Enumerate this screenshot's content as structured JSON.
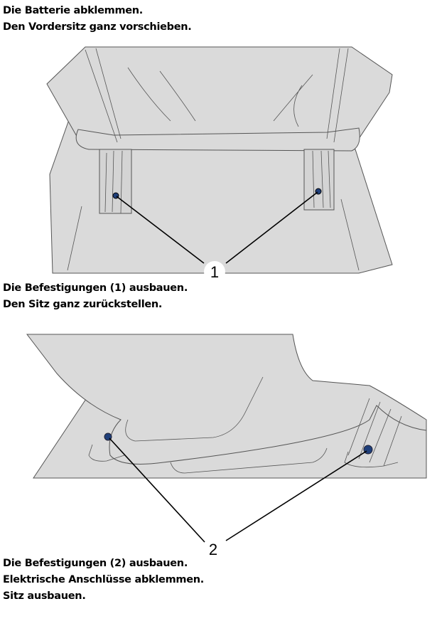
{
  "step1": {
    "lines": [
      "Die Batterie abklemmen.",
      "Den Vordersitz ganz vorschieben."
    ]
  },
  "figure1": {
    "callout": "1"
  },
  "step2": {
    "lines": [
      "Die Befestigungen (1) ausbauen.",
      "Den Sitz ganz zurückstellen."
    ]
  },
  "figure2": {
    "callout": "2"
  },
  "step3": {
    "lines": [
      "Die Befestigungen (2) ausbauen.",
      "Elektrische Anschlüsse abklemmen.",
      "Sitz ausbauen."
    ]
  },
  "colors": {
    "fill": "#dadada",
    "bolt": "#1f3f7a"
  }
}
